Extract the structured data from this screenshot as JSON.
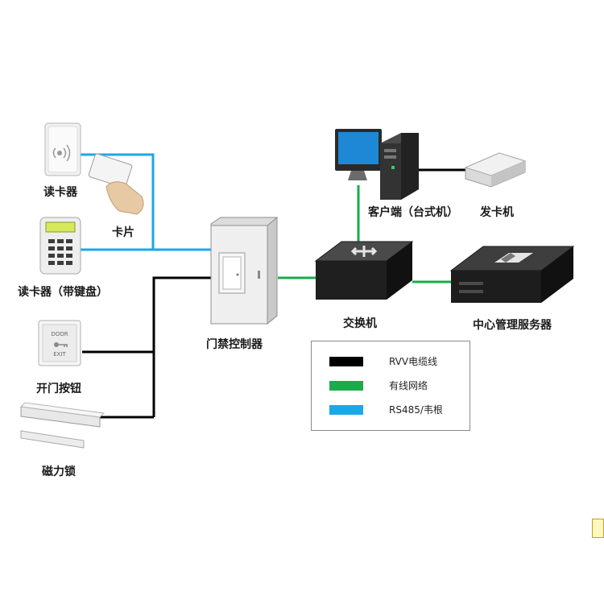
{
  "labels": {
    "reader1": "读卡器",
    "card": "卡片",
    "reader2": "读卡器（带键盘）",
    "exit_button": "开门按钮",
    "mag_lock": "磁力锁",
    "controller": "门禁控制器",
    "switch": "交换机",
    "client": "客户端（台式机）",
    "card_issuer": "发卡机",
    "server": "中心管理服务器"
  },
  "device_text": {
    "door_top": "DOOR",
    "door_bottom": "EXIT"
  },
  "legend": [
    {
      "label": "RVV电缆线",
      "color": "#000000"
    },
    {
      "label": "有线网络",
      "color": "#1aab4b"
    },
    {
      "label": "RS485/韦根",
      "color": "#1aa8e8"
    }
  ],
  "colors": {
    "rvv": "#000000",
    "network": "#1aab4b",
    "rs485": "#1aa8e8"
  }
}
